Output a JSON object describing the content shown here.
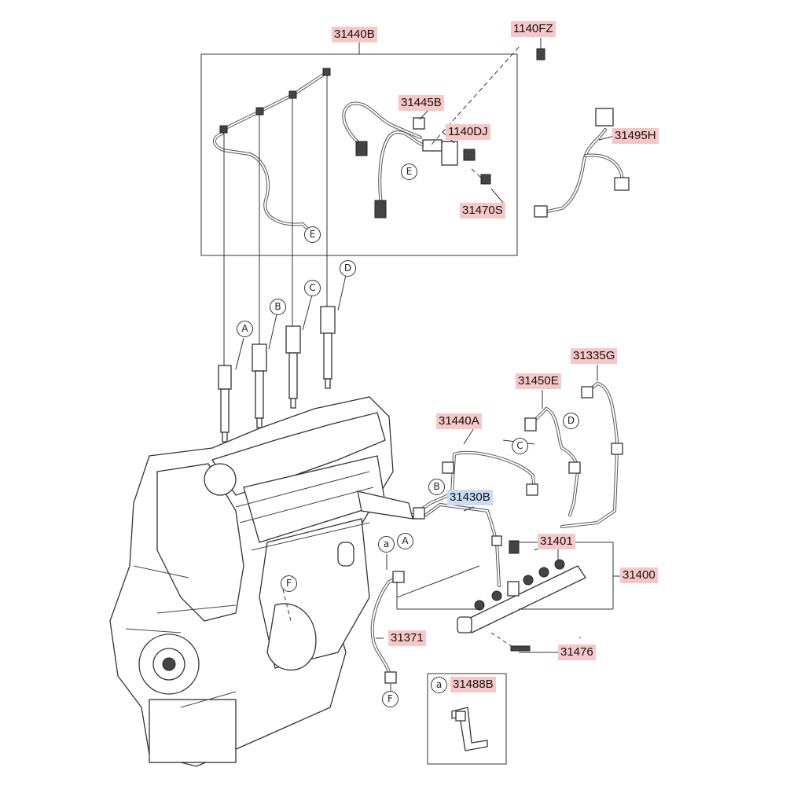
{
  "colors": {
    "label_bg": "#f7c6c6",
    "label_highlight_bg": "#c9dcf3",
    "line": "#333333"
  },
  "part_labels": {
    "p31440B": "31440B",
    "p1140FZ": "1140FZ",
    "p31445B": "31445B",
    "p1140DJ": "1140DJ",
    "p31495H": "31495H",
    "p31470S": "31470S",
    "p31335G": "31335G",
    "p31450E": "31450E",
    "p31440A": "31440A",
    "p31430B": "31430B",
    "p31401": "31401",
    "p31400": "31400",
    "p31371": "31371",
    "p31476": "31476",
    "p31488B": "31488B"
  },
  "refs": {
    "a": "A",
    "b": "B",
    "c": "C",
    "d": "D",
    "e": "E",
    "f": "F",
    "sub_a": "a"
  },
  "highlighted_part": "31430B"
}
